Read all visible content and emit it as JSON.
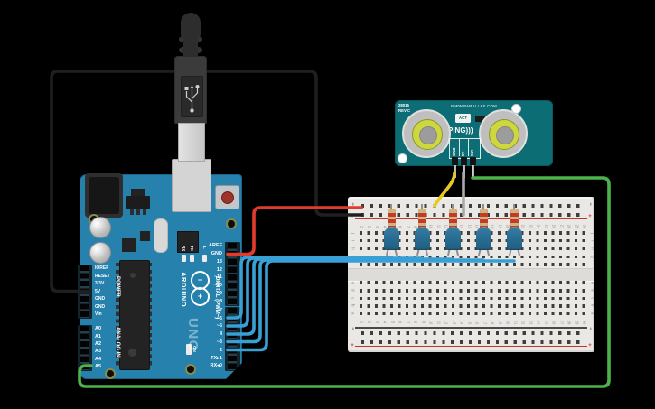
{
  "app": {
    "background_color": "#000000"
  },
  "arduino": {
    "brand": "ARDUINO",
    "model": "UNO",
    "board_color": "#2682ad",
    "digital_section_label": "DIGITAL (PWM~)",
    "digital_pins_top": [
      "AREF",
      "GND",
      "13",
      "12",
      "~11",
      "~10",
      "~9",
      "8"
    ],
    "digital_pins_bottom": [
      "7",
      "~6",
      "~5",
      "4",
      "~3",
      "2",
      "TX▸1",
      "RX◂0"
    ],
    "power_section_label": "POWER",
    "power_pins": [
      "IOREF",
      "RESET",
      "3.3V",
      "5V",
      "GND",
      "GND",
      "Vin"
    ],
    "analog_section_label": "ANALOG IN",
    "analog_pins": [
      "A0",
      "A1",
      "A2",
      "A3",
      "A4",
      "A5"
    ],
    "led_labels": {
      "rx": "RX",
      "tx": "TX",
      "l": "L",
      "on": "ON"
    }
  },
  "sensor": {
    "part_number": "28015",
    "revision": "REV C",
    "website": "WWW.PARALLAX.COM",
    "name": "PING)))",
    "activity_led_label": "ACT",
    "pins": [
      "GND",
      "5V",
      "SIG"
    ],
    "board_color": "#0d6d75"
  },
  "breadboard": {
    "rail_plus": "+",
    "rail_minus": "−",
    "column_numbers": [
      "1",
      "2",
      "3",
      "4",
      "5",
      "6",
      "7",
      "8",
      "9",
      "10",
      "11",
      "12",
      "13",
      "14",
      "15",
      "16",
      "17",
      "18",
      "19",
      "20",
      "21",
      "22",
      "23",
      "24",
      "25",
      "26",
      "27",
      "28",
      "29",
      "30"
    ],
    "row_letters_top": [
      "j",
      "i",
      "h",
      "g",
      "f"
    ],
    "row_letters_bottom": [
      "e",
      "d",
      "c",
      "b",
      "a"
    ]
  },
  "components": {
    "led_count": 5,
    "led_color": "#2a6e94",
    "resistor_count": 5,
    "resistor_body_color": "#d0b37f",
    "resistor_band_color": "#c43a28"
  },
  "wires": {
    "colors": {
      "red_gnd_to_rail": "#e23b2e",
      "black_5v_to_rail": "#1f1f1f",
      "blue_signal": "#39a0d6",
      "green_sensor_sig": "#4cb34c",
      "yellow_sensor_gnd": "#e9c822",
      "gray_sensor_5v": "#a9a9a9"
    }
  }
}
